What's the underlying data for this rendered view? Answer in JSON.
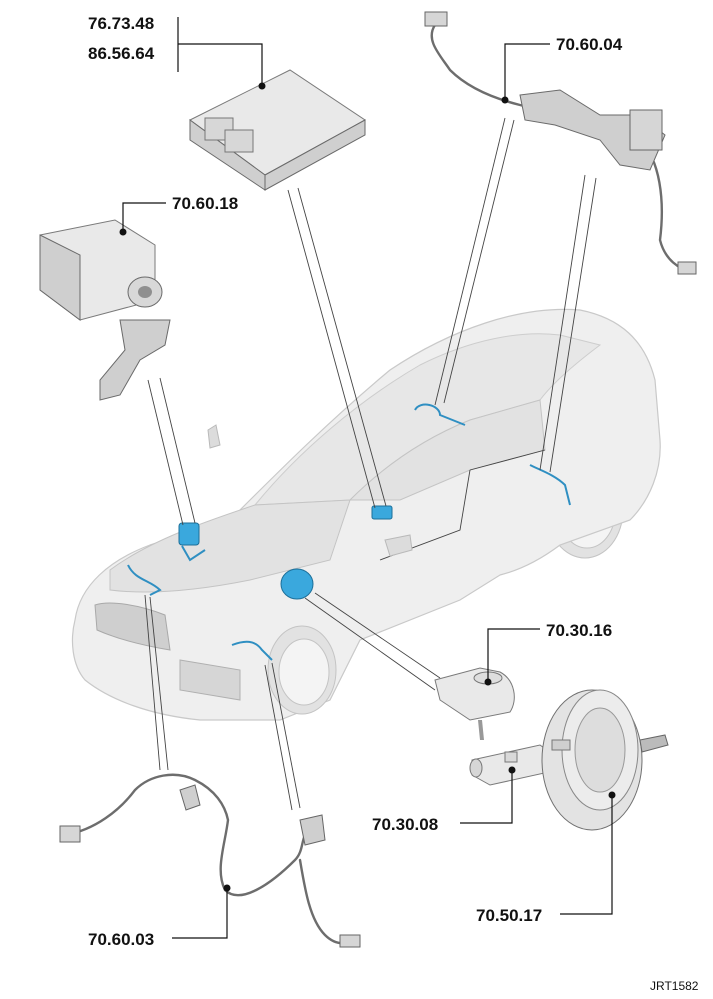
{
  "callouts": {
    "airbag_module_line1": "76.73.48",
    "airbag_module_line2": "86.56.64",
    "rear_wheel_speed_sensor": "70.60.04",
    "abs_module": "70.60.18",
    "brake_fluid_reservoir": "70.30.16",
    "master_cylinder": "70.30.08",
    "front_wheel_speed_sensor": "70.60.03",
    "brake_booster": "70.50.17"
  },
  "reference": "JRT1582",
  "colors": {
    "highlight": "#3aa8dd",
    "leader_line": "#111111",
    "car_body": "#efefef"
  }
}
